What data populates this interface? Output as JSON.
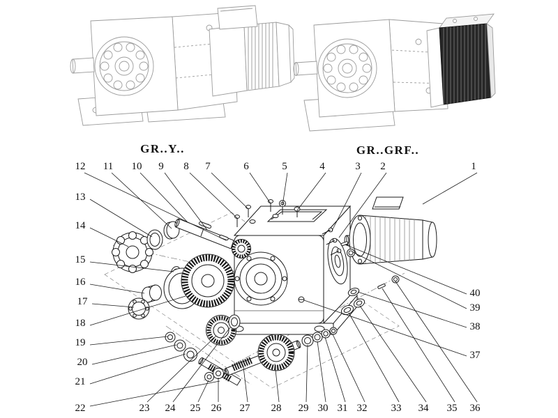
{
  "figures": {
    "left_label": "GR..Y..",
    "right_label": "GR..GRF.."
  },
  "callouts": {
    "top": [
      "12",
      "11",
      "10",
      "9",
      "8",
      "7",
      "6",
      "5",
      "4",
      "3",
      "2",
      "1"
    ],
    "left": [
      "13",
      "14",
      "15",
      "16",
      "17",
      "18",
      "19",
      "20",
      "21",
      "22"
    ],
    "bottom": [
      "23",
      "24",
      "25",
      "26",
      "27",
      "28",
      "29",
      "30",
      "31",
      "32",
      "33",
      "34",
      "35",
      "36"
    ],
    "right": [
      "40",
      "39",
      "38",
      "37"
    ]
  },
  "colors": {
    "line_dark": "#1b1b1b",
    "line_light": "#9b9b9b",
    "motor_block": "#262626",
    "background": "#ffffff"
  }
}
